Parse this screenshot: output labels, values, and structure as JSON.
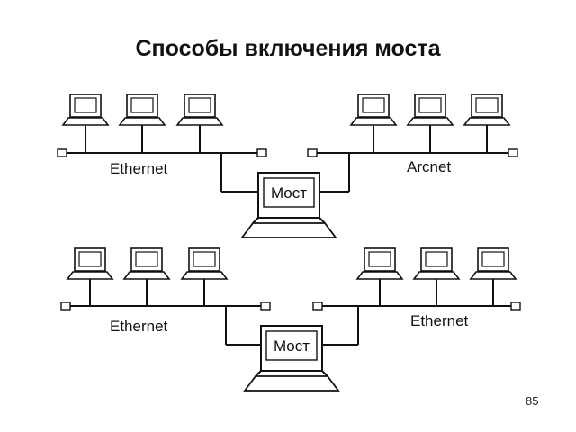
{
  "slide": {
    "title": "Способы включения моста",
    "page_number": "85"
  },
  "diagrams": [
    {
      "left_network": "Ethernet",
      "right_network": "Arcnet",
      "bridge_label": "Мост"
    },
    {
      "left_network": "Ethernet",
      "right_network": "Ethernet",
      "bridge_label": "Мост"
    }
  ],
  "colors": {
    "line": "#111111",
    "monitor_fill": "#ffffff",
    "screen_fill": "#ffffff"
  }
}
